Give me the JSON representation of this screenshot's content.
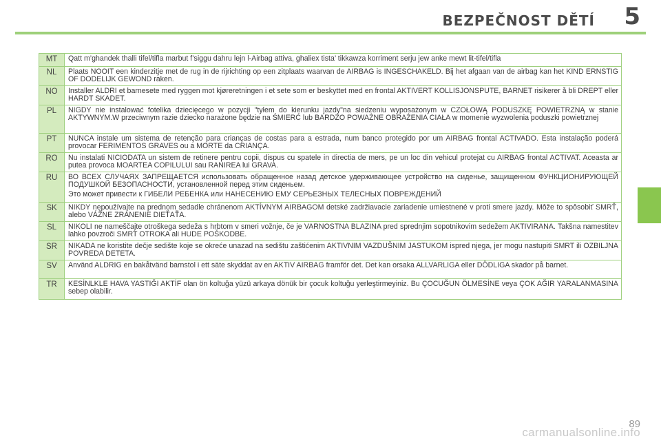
{
  "header": {
    "title": "BEZPEČNOST DĚTÍ",
    "chapter_number": "5",
    "accent_color": "#8ac64f"
  },
  "rows": [
    {
      "lang": "MT",
      "text": "Qatt m’ghandek thalli tifel/tifla marbut f’siggu dahru lejn l-Airbag attiva, ghaliex tista’ tikkawza korriment serju jew anke mewt lit-tifel/tifla"
    },
    {
      "lang": "NL",
      "text": "Plaats NOOIT een kinderzitje met de rug in de rijrichting op een zitplaats waarvan de AIRBAG is INGESCHAKELD. Bij het afgaan van de airbag kan het KIND ERNSTIG OF DODELIJK GEWOND raken."
    },
    {
      "lang": "NO",
      "text": "Installer ALDRI et barnesete med ryggen mot kjøreretningen i et sete som er beskyttet med en frontal  AKTIVERT KOLLISJONSPUTE, BARNET risikerer å bli DREPT eller HARDT SKADET."
    },
    {
      "lang": "PL",
      "text": "NIGDY nie instalować fotelika dziecięcego w pozycji \"tyłem do kierunku jazdy\"na siedzeniu wyposażonym w  CZOŁOWĄ PODUSZKĘ POWIETRZNĄ w stanie AKTYWNYM.W przeciwnym razie dziecko narażone będzie na ŚMIERĆ lub BARDZO POWAŻNE OBRAŻENIA CIAŁA w momenie wyzwolenia poduszki powietrznej"
    },
    {
      "lang": "PT",
      "text": "NUNCA instale um sistema de retenção para crianças de costas para a estrada, num banco protegido por um AIRBAG frontal ACTIVADO. Esta instalação poderá provocar FERIMENTOS GRAVES ou a MORTE da CRIANÇA."
    },
    {
      "lang": "RO",
      "text": "Nu instalati NICIODATA un sistem de retinere pentru copii, dispus cu spatele in directia de mers, pe un loc din vehicul protejat cu AIRBAG frontal ACTIVAT. Aceasta ar putea provoca MOARTEA COPILULUI sau RANIREA lui GRAVA."
    },
    {
      "lang": "RU",
      "text": "ВО ВСЕХ СЛУЧАЯХ ЗАПРЕЩАЕТСЯ использовать обращенное назад детское удерживающее устройство на сиденье, защищенном ФУНКЦИОНИРУЮЩЕЙ ПОДУШКОЙ БЕЗОПАСНОСТИ, установленной перед этим сиденьем.",
      "text2": "Это может привести к ГИБЕЛИ РЕБЕНКА или НАНЕСЕНИЮ ЕМУ СЕРЬЕЗНЫХ ТЕЛЕСНЫХ ПОВРЕЖДЕНИЙ"
    },
    {
      "lang": "SK",
      "text": "NIKDY nepoužívajte na prednom sedadle chránenom AKTÍVNYM AIRBAGOM detské zadržiavacie zariadenie umiestnené v proti smere jazdy. Môže to spôsobiť SMRŤ, alebo VÁŽNE ZRANENIE DIEŤAŤA."
    },
    {
      "lang": "SL",
      "text": "NIKOLI ne nameščajte otroškega sedeža s hrbtom v smeri vožnje, če je VARNOSTNA BLAZINA pred sprednjim sopotnikovim sedežem AKTIVIRANA. Takšna namestitev lahko povzroči SMRT OTROKA ali HUDE POŠKODBE."
    },
    {
      "lang": "SR",
      "text": "NIKADA ne koristite dečje sedište koje se okreće unazad na sedištu zaštićenim AKTIVNIM VAZDUŠNIM JASTUKOM ispred njega, jer mogu nastupiti SMRT ili OZBILJNA POVREDA DETETA."
    },
    {
      "lang": "SV",
      "text": "Använd ALDRIG en bakåtvänd barnstol i ett säte skyddat av en AKTIV AIRBAG framför det. Det kan orsaka ALLVARLIGA eller DÖDLIGA skador på barnet."
    },
    {
      "lang": "TR",
      "text": "KESİNLKLE HAVA YASTIĞI AKTİF olan ön koltuğa yüzü arkaya dönük bir çocuk koltuğu yerleştirmeyiniz. Bu ÇOCUĞUN ÖLMESİNE veya ÇOK AĞIR YARALANMASINA sebep olabilir."
    }
  ],
  "footer": {
    "page_number": "89",
    "watermark": "carmanualsonline.info"
  }
}
